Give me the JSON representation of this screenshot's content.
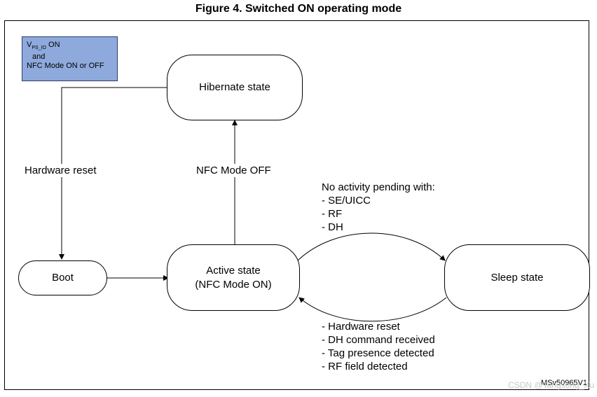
{
  "title": "Figure 4. Switched ON operating mode",
  "condition_box": {
    "line1_prefix": "V",
    "line1_sub": "PS_IO",
    "line1_suffix": " ON",
    "line2": "and",
    "line3": "NFC Mode ON or OFF",
    "fill_color": "#8ea9db"
  },
  "states": {
    "hibernate": "Hibernate state",
    "boot": "Boot",
    "active_line1": "Active state",
    "active_line2": "(NFC Mode ON)",
    "sleep": "Sleep state"
  },
  "transitions": {
    "hardware_reset": "Hardware reset",
    "nfc_mode_off": "NFC Mode OFF",
    "to_sleep_header": "No activity pending with:",
    "to_sleep_items": [
      "- SE/UICC",
      "- RF",
      "- DH"
    ],
    "to_active_items": [
      "- Hardware reset",
      "- DH command received",
      "- Tag presence detected",
      "- RF field detected"
    ]
  },
  "reference": "MSv50965V1",
  "watermark": "CSDN @Tangsong_Xu"
}
